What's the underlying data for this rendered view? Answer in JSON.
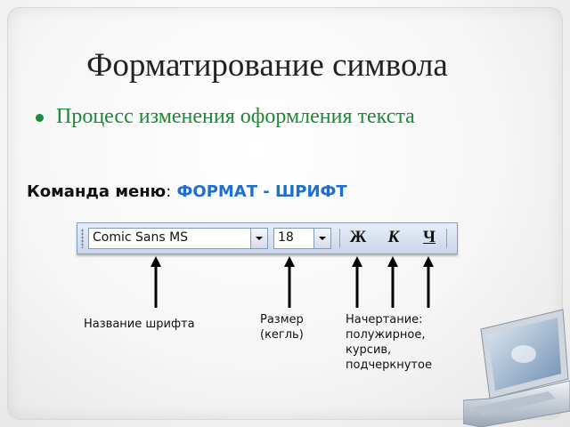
{
  "slide": {
    "title": "Форматирование символа",
    "bullet": "Процесс изменения оформления текста",
    "command_label": "Команда меню",
    "command_colon": ":",
    "command_value": "ФОРМАТ - ШРИФТ"
  },
  "toolbar": {
    "font_name_value": "Comic Sans MS",
    "font_size_value": "18",
    "bold_label": "Ж",
    "italic_label": "К",
    "underline_label": "Ч"
  },
  "annotations": {
    "font_name": "Название шрифта",
    "size_line1": "Размер",
    "size_line2": "(кегль)",
    "style_line1": "Начертание:",
    "style_line2": "полужирное,",
    "style_line3": "курсив,",
    "style_line4": "подчеркнутое"
  },
  "colors": {
    "bullet_text": "#1a8a36",
    "command_value": "#1e6fd4",
    "toolbar_bg": "#c9d6ea"
  },
  "icons": [
    "toolbar-grip-icon",
    "dropdown-arrow-icon",
    "laptop-icon"
  ]
}
